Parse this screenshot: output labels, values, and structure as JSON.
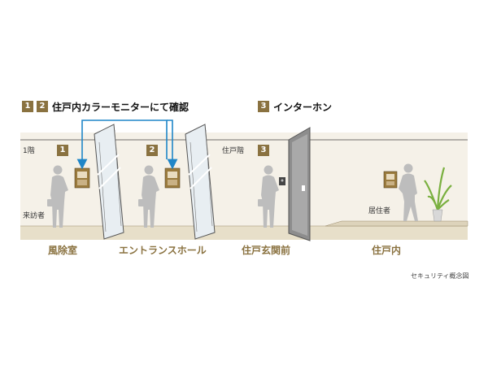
{
  "header_left": {
    "badges": [
      "1",
      "2"
    ],
    "title": "住戸内カラーモニターにて確認"
  },
  "header_right": {
    "badge": "3",
    "title": "インターホン"
  },
  "left_panel": {
    "floor_label": "1階",
    "visitor_label": "来訪者",
    "step1_badge": "1",
    "step2_badge": "2",
    "caption_1": "風除室",
    "caption_2": "エントランスホール"
  },
  "right_panel": {
    "floor_label": "住戸階",
    "step3_badge": "3",
    "resident_label": "居住者",
    "caption_1": "住戸玄関前",
    "caption_2": "住戸内"
  },
  "credit": "セキュリティ概念図",
  "colors": {
    "accent": "#8a7240",
    "arrow": "#1f86c8",
    "panel_bg": "#f5f1e8",
    "floor": "#e7dfc9",
    "person": "#bdbdbd"
  }
}
